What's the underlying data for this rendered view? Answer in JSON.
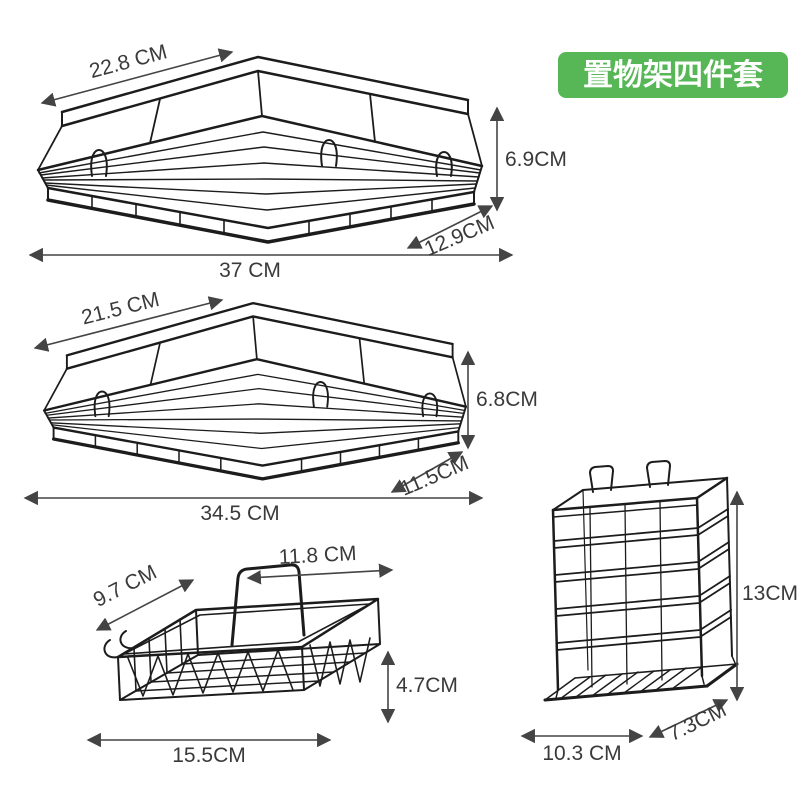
{
  "badge": {
    "label": "置物架四件套",
    "bg": "#57B757"
  },
  "shelf_large": {
    "top_edge": "22.8 CM",
    "height": "6.9CM",
    "depth": "12.9CM",
    "width": "37 CM"
  },
  "shelf_small": {
    "top_edge": "21.5 CM",
    "height": "6.8CM",
    "depth": "11.5CM",
    "width": "34.5 CM"
  },
  "soap_dish": {
    "top_width": "11.8 CM",
    "depth": "9.7 CM",
    "height": "4.7CM",
    "width": "15.5CM"
  },
  "holder": {
    "height": "13CM",
    "width": "10.3 CM",
    "depth": "7.3CM"
  }
}
